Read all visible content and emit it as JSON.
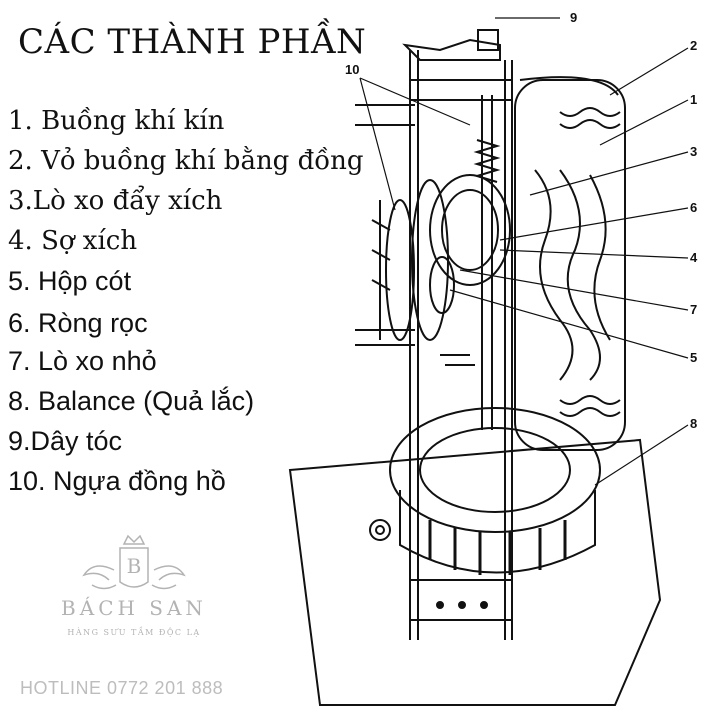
{
  "title": "CÁC THÀNH PHẦN",
  "parts": [
    "1. Buồng khí kín",
    "2. Vỏ buồng khí bằng đồng",
    "3.Lò xo đẩy xích",
    "4.  Sợ xích",
    "5. Hộp cót",
    "6. Ròng rọc",
    "7. Lò xo nhỏ",
    "8. Balance (Quả lắc)",
    "9.Dây tóc",
    "10. Ngựa đồng hồ"
  ],
  "callouts": [
    "9",
    "2",
    "1",
    "3",
    "6",
    "4",
    "7",
    "5",
    "8",
    "10"
  ],
  "logo": {
    "monogram": "B",
    "brand": "BÁCH SAN",
    "tagline": "HÀNG SƯU TẦM ĐỘC LẠ"
  },
  "hotline": "HOTLINE 0772 201 888",
  "colors": {
    "ink": "#111111",
    "logo_gray": "#b3b3b3"
  }
}
